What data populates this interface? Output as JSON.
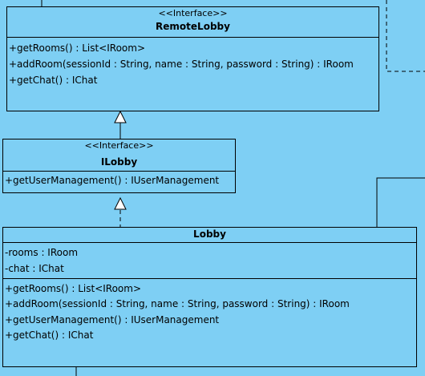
{
  "colors": {
    "background": "#7ecff4",
    "class_fill": "#7ecff4",
    "line": "#000000"
  },
  "remote_lobby": {
    "stereotype": "<<Interface>>",
    "name": "RemoteLobby",
    "operations": [
      "+getRooms() : List<IRoom>",
      "+addRoom(sessionId : String, name : String, password : String) : IRoom",
      "+getChat() : IChat"
    ]
  },
  "ilobby": {
    "stereotype": "<<Interface>>",
    "name": "ILobby",
    "operations": [
      "+getUserManagement() : IUserManagement"
    ]
  },
  "lobby": {
    "name": "Lobby",
    "attributes": [
      "-rooms : IRoom",
      "-chat : IChat"
    ],
    "operations": [
      "+getRooms() : List<IRoom>",
      "+addRoom(sessionId : String, name : String, password : String) : IRoom",
      "+getUserManagement() : IUserManagement",
      "+getChat() : IChat"
    ]
  }
}
